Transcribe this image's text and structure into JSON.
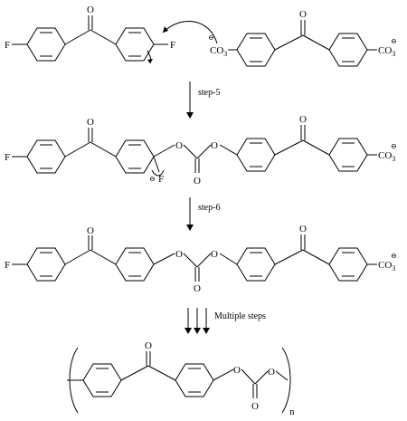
{
  "labels": {
    "fluorine": "F",
    "oxygen": "O",
    "fluoride_anion": "⊖",
    "carbonate_text": "CO",
    "carbonate_sub": "3",
    "carbonate_charge": "⊖",
    "repeat_n": "n"
  },
  "steps": {
    "step5": "step-5",
    "step6": "step-6",
    "multiple": "Multiple steps"
  }
}
